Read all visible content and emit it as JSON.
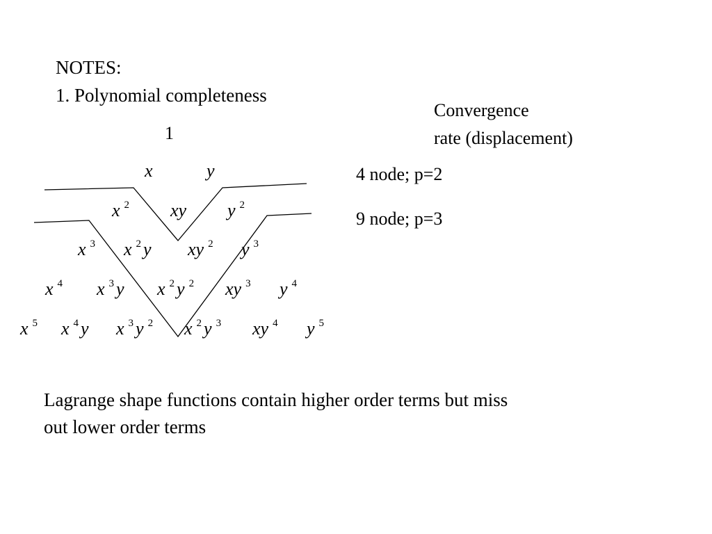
{
  "notes": {
    "heading": "NOTES:",
    "item1": "1. Polynomial completeness"
  },
  "convergence": {
    "header_line1": "Convergence",
    "header_line2": "rate (displacement)",
    "row1": "4 node; p=2",
    "row2": "9 node; p=3"
  },
  "pascal_triangle": {
    "rows": [
      [
        "1"
      ],
      [
        "x",
        "y"
      ],
      [
        "x^2",
        "xy",
        "y^2"
      ],
      [
        "x^3",
        "x^2 y",
        "xy^2",
        "y^3"
      ],
      [
        "x^4",
        "x^3 y",
        "x^2 y^2",
        "xy^3",
        "y^4"
      ],
      [
        "x^5",
        "x^4 y",
        "x^3 y^2",
        "x^2 y^3",
        "xy^4",
        "y^5"
      ]
    ],
    "exp": {
      "two": "2",
      "three": "3",
      "four": "4",
      "five": "5"
    },
    "sym": {
      "x": "x",
      "y": "y",
      "xy": "xy",
      "one": "1"
    }
  },
  "footer": {
    "line1": "Lagrange shape functions contain higher order terms but miss",
    "line2": "out lower order terms"
  }
}
